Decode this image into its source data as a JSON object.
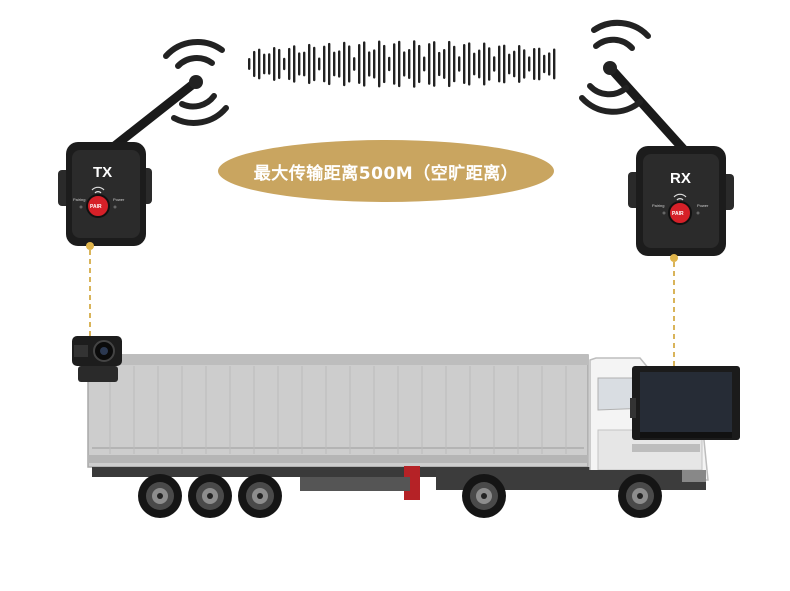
{
  "banner": {
    "text": "最大传输距离500M（空旷距离）"
  },
  "tx_unit": {
    "label": "TX",
    "button": "PAIR",
    "led_left": "Pairing",
    "led_right": "Power"
  },
  "rx_unit": {
    "label": "RX",
    "button": "PAIR",
    "led_left": "Pairing",
    "led_right": "Power"
  },
  "colors": {
    "banner": "#c9a560",
    "button": "#d62028",
    "signal": "#222222",
    "trailer": "#c8c8c8",
    "cab": "#f0f0f0"
  }
}
